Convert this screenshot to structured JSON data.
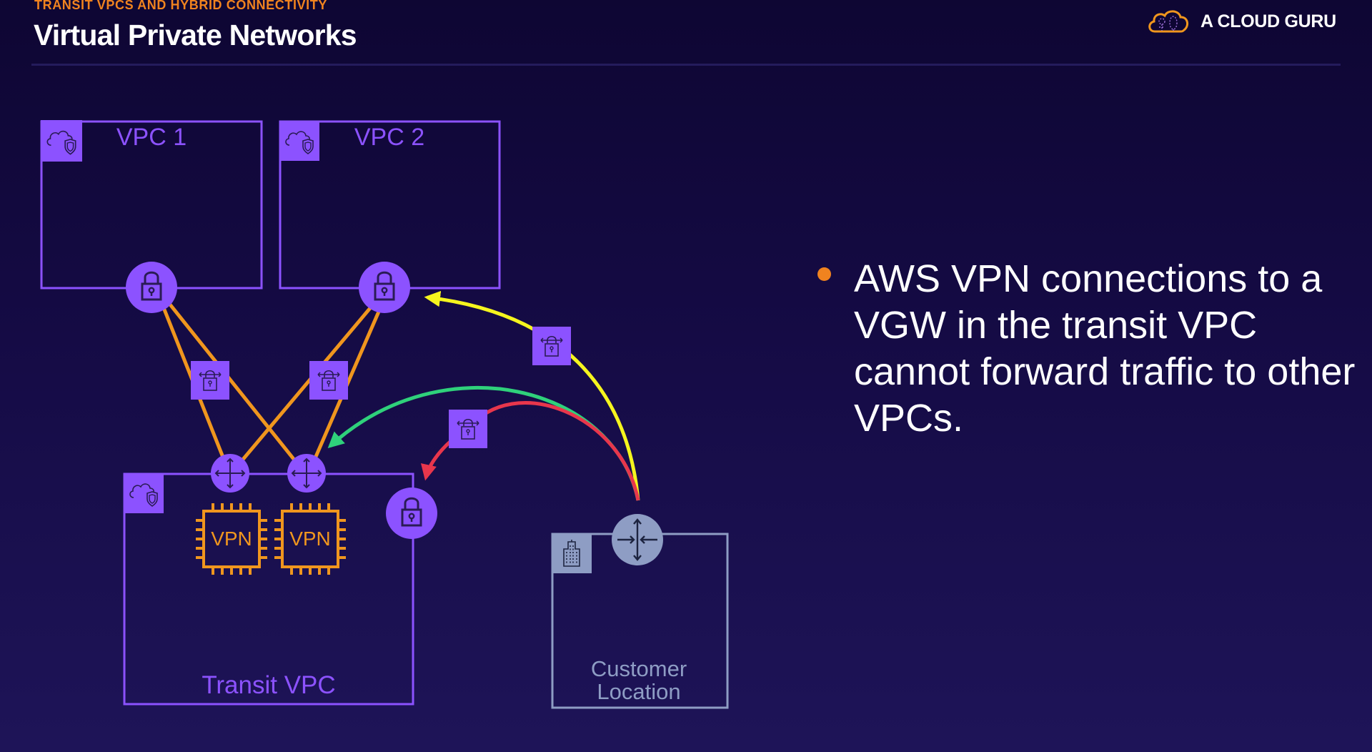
{
  "header": {
    "eyebrow": "TRANSIT VPCS AND HYBRID CONNECTIVITY",
    "title": "Virtual Private Networks",
    "brand": "A CLOUD GURU"
  },
  "diagram": {
    "vpc1_label": "VPC 1",
    "vpc2_label": "VPC 2",
    "transit_label": "Transit VPC",
    "customer_label_line1": "Customer",
    "customer_label_line2": "Location",
    "chip1_label": "VPN",
    "chip2_label": "VPN",
    "icons": {
      "vpc": "vpc-cloud-shield-icon",
      "vgw": "lock-icon",
      "vpn_connection": "vpn-lock-icon",
      "router": "router-arrows-icon",
      "customer_gateway": "customer-gateway-icon",
      "building": "building-icon",
      "chip": "ec2-vpn-chip-icon"
    },
    "colors": {
      "vpc_purple": "#8c52ff",
      "orange_link": "#f0961e",
      "yellow_flow": "#f5f51e",
      "green_flow": "#2fd17b",
      "red_flow": "#e8364c",
      "customer_gray": "#8e9dc4",
      "accent_orange": "#f0831f"
    }
  },
  "bullets": [
    {
      "text": "AWS VPN connections to a VGW in the transit VPC cannot forward traffic to other VPCs."
    }
  ]
}
